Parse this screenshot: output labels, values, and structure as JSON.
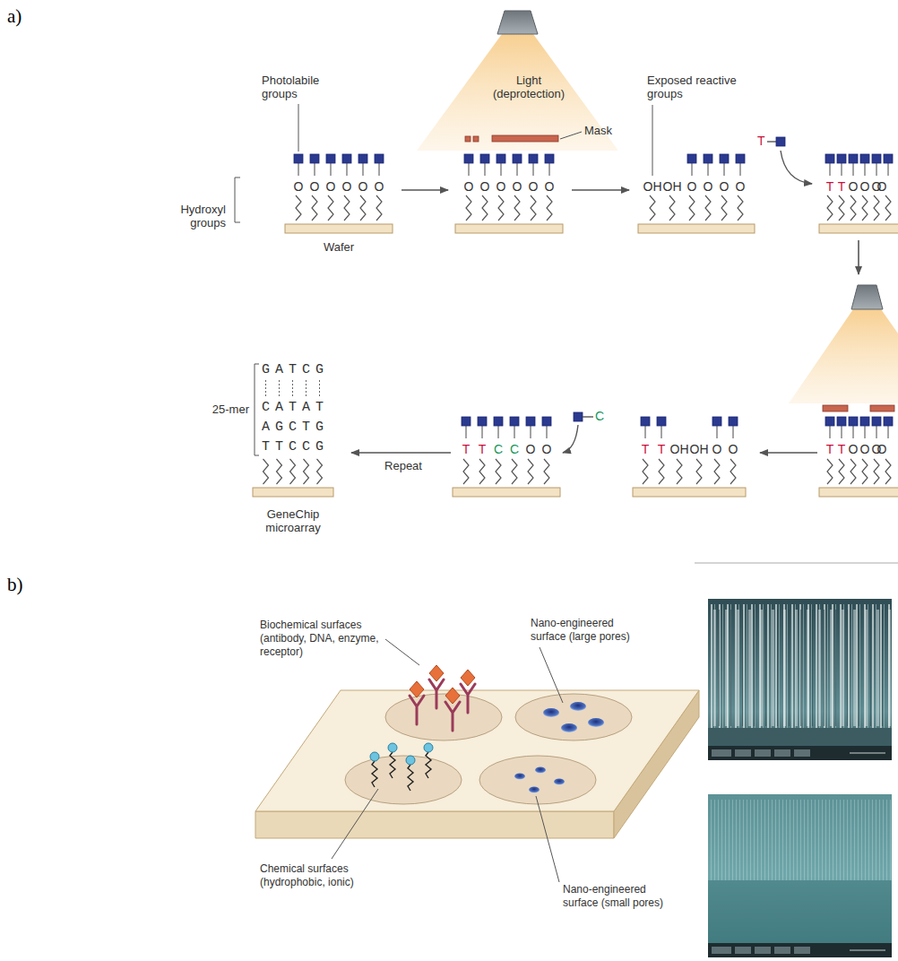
{
  "diagram": {
    "labels": [
      "a)",
      "Photolabile groups",
      "Light (deprotection)",
      "Mask",
      "Exposed reactive groups",
      "Hydroxyl groups",
      "Wafer",
      "T",
      "O",
      "O",
      "O",
      "O",
      "O",
      "O",
      "O",
      "O",
      "O",
      "O",
      "O",
      "O",
      "OH",
      "OH",
      "O",
      "O",
      "O",
      "O",
      "T",
      "T",
      "O",
      "O",
      "O",
      "O",
      "T",
      "T",
      "O",
      "O",
      "O",
      "O",
      "T",
      "T",
      "OH",
      "OH",
      "O",
      "O",
      "C",
      "T",
      "T",
      "C",
      "C",
      "O",
      "O",
      "Repeat",
      "25-mer",
      "GATCG",
      "CATAT",
      "AGCTG",
      "TTCCG",
      "GeneChip microarray",
      "b)",
      "Biochemical surfaces (antibody, DNA, enzyme, receptor)",
      "Nano-engineered surface (large pores)",
      "Chemical surfaces (hydrophobic, ionic)",
      "Nano-engineered surface (small pores)"
    ]
  }
}
